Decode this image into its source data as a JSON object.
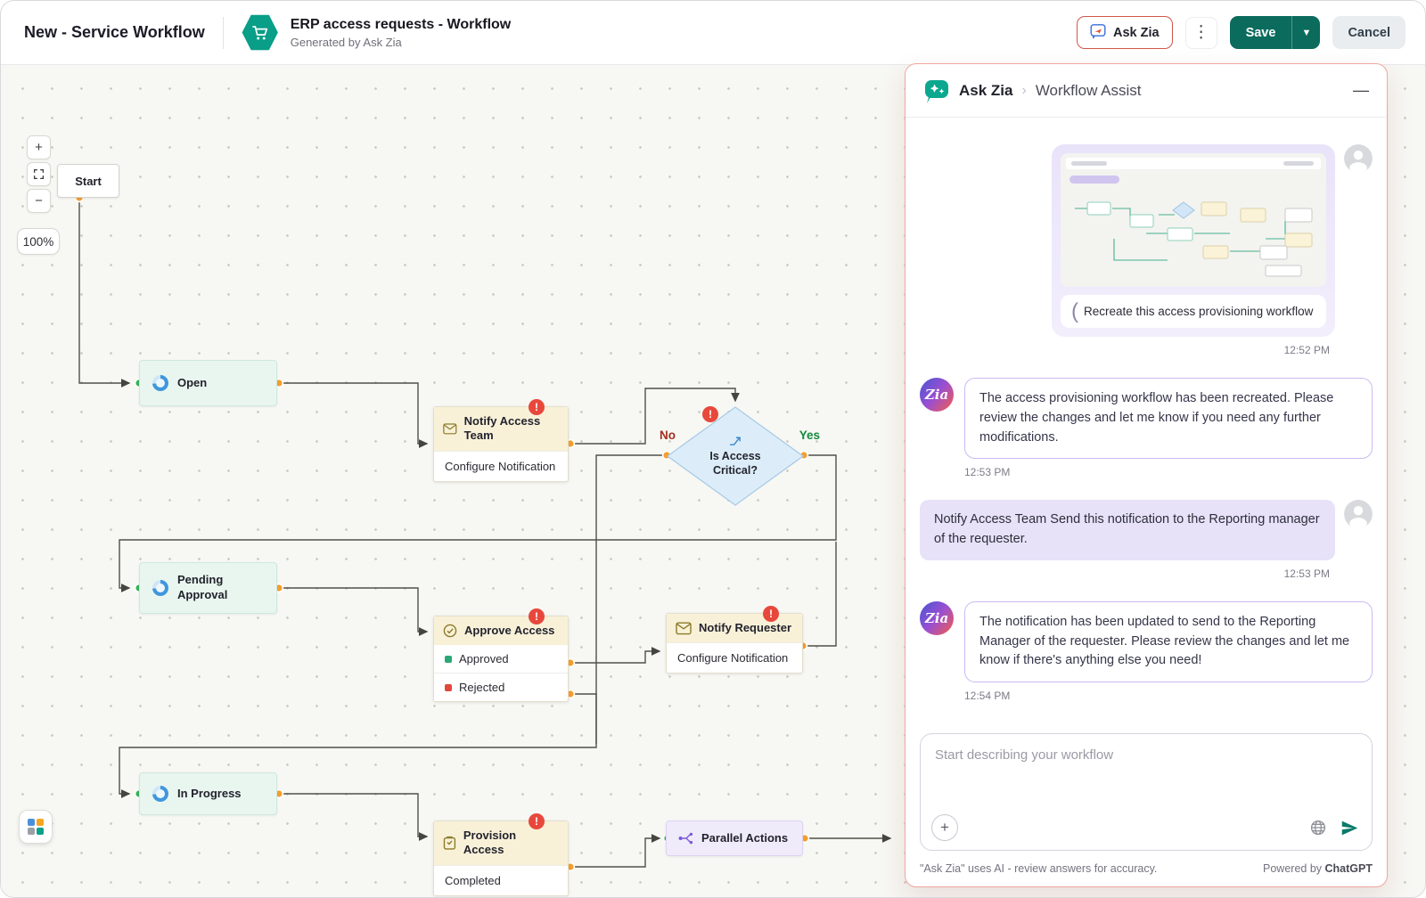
{
  "header": {
    "page_title": "New - Service Workflow",
    "workflow_title": "ERP access requests - Workflow",
    "workflow_subtitle": "Generated by Ask Zia",
    "ask_zia_label": "Ask Zia",
    "save_label": "Save",
    "cancel_label": "Cancel"
  },
  "icons": {
    "kebab": "⋮",
    "save_chevron": "▼",
    "minimize": "—",
    "breadcrumb_chevron": "›",
    "zoom_in": "+",
    "zoom_out": "−",
    "plus": "+"
  },
  "canvas": {
    "zoom_level": "100%",
    "nodes": {
      "start": {
        "label": "Start"
      },
      "open": {
        "label": "Open"
      },
      "notify_access_team": {
        "title": "Notify Access Team",
        "body": "Configure Notification"
      },
      "is_access_critical": {
        "title": "Is Access Critical?",
        "branch_no": "No",
        "branch_yes": "Yes"
      },
      "pending_approval": {
        "label": "Pending Approval"
      },
      "approve_access": {
        "title": "Approve Access",
        "outcomes": [
          {
            "label": "Approved"
          },
          {
            "label": "Rejected"
          }
        ]
      },
      "notify_requester": {
        "title": "Notify Requester",
        "body": "Configure Notification"
      },
      "in_progress": {
        "label": "In Progress"
      },
      "provision_access": {
        "title": "Provision Access",
        "body": "Completed"
      },
      "parallel_actions": {
        "label": "Parallel Actions"
      }
    }
  },
  "assistant": {
    "brand": "Ask Zia",
    "panel_title": "Workflow Assist",
    "zia_logo_text": "Zia",
    "messages": [
      {
        "role": "user",
        "type": "image",
        "caption": "Recreate this access provisioning workflow",
        "time": "12:52 PM"
      },
      {
        "role": "assistant",
        "text": "The access provisioning workflow has been recreated. Please review the changes and let me know if you need any further modifications.",
        "time": "12:53 PM"
      },
      {
        "role": "user",
        "text": "Notify Access Team Send this notification to the Reporting manager of the requester.",
        "time": "12:53 PM"
      },
      {
        "role": "assistant",
        "text": "The notification has been updated to send to the Reporting Manager of the requester. Please review the changes and let me know if there's anything else you need!",
        "time": "12:54 PM"
      }
    ],
    "input_placeholder": "Start describing your workflow",
    "disclaimer": "\"Ask Zia\" uses AI - review answers for accuracy.",
    "powered_by": "Powered by",
    "powered_brand": "ChatGPT"
  }
}
